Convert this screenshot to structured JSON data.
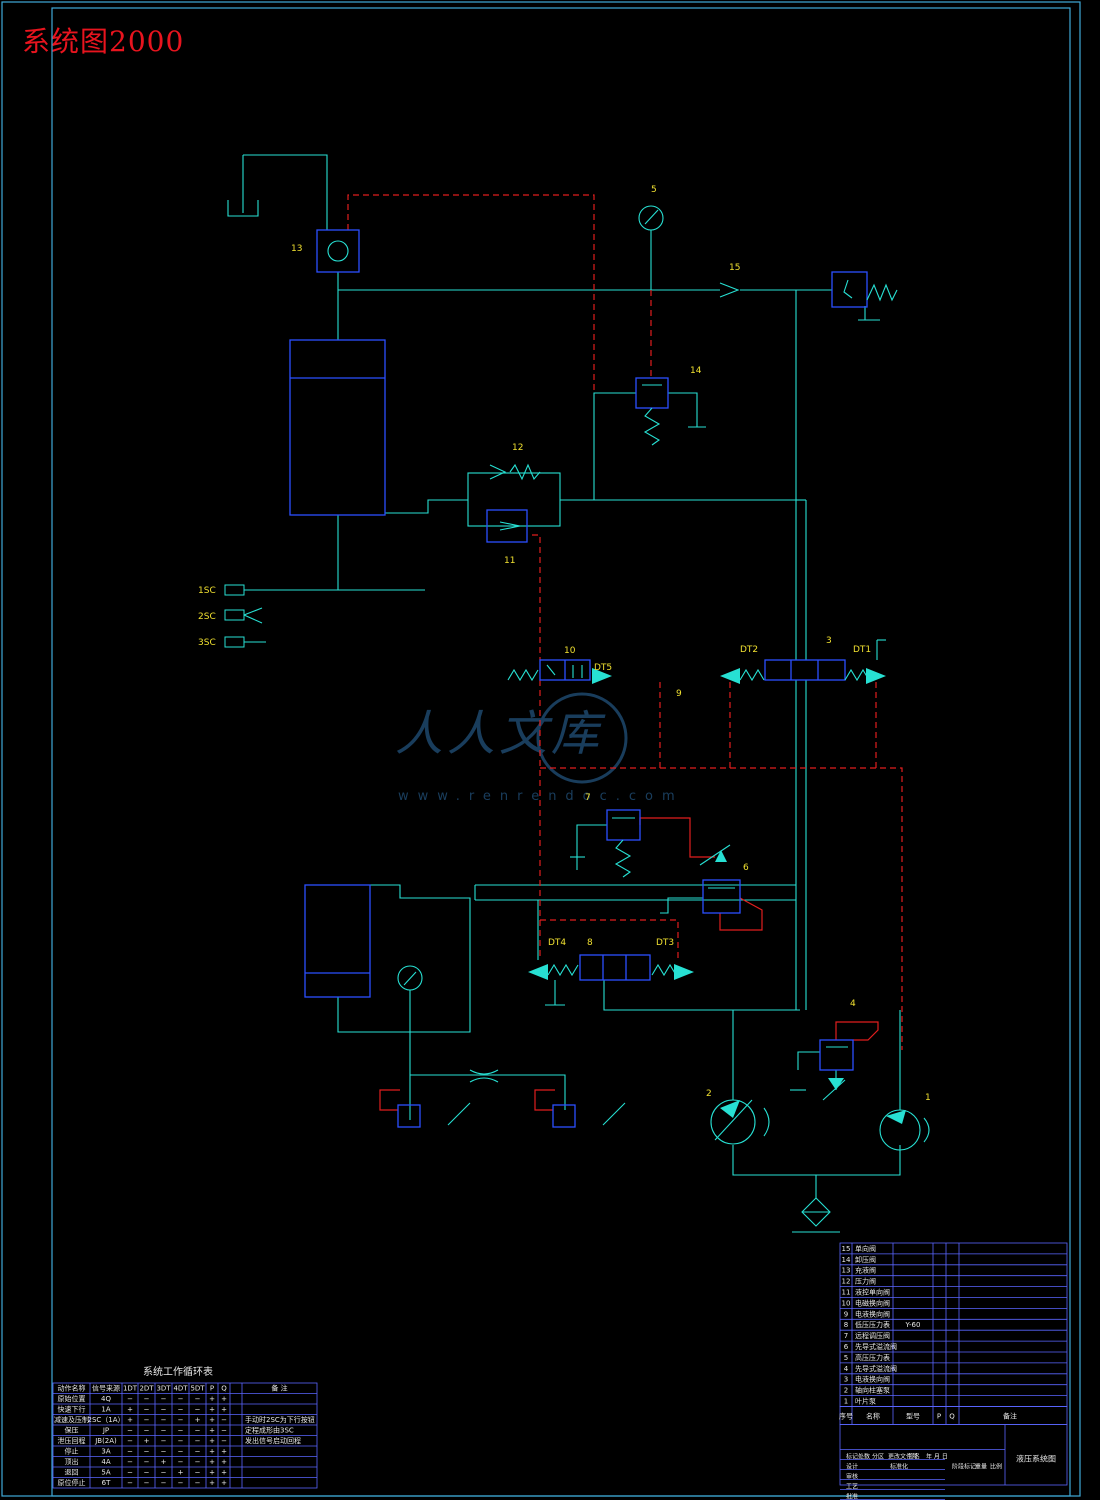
{
  "title": "系统图2000",
  "colors": {
    "frame": "#3fa9d8",
    "line": "#27e0d3",
    "device": "#2b4fff",
    "pilot": "#e01e1e",
    "tag": "#f0e030",
    "table": "#5a66ff",
    "text": "#e8e8e8"
  },
  "labels": {
    "n1": "1",
    "n2": "2",
    "n3": "3",
    "n4": "4",
    "n5": "5",
    "n6": "6",
    "n7": "7",
    "n8": "8",
    "n9": "9",
    "n10": "10",
    "n11": "11",
    "n12": "12",
    "n13": "13",
    "n14": "14",
    "n15": "15",
    "dt1": "DT1",
    "dt2": "DT2",
    "dt3": "DT3",
    "dt4": "DT4",
    "dt5": "DT5",
    "s1": "1SC",
    "s2": "2SC",
    "s3": "3SC"
  },
  "watermark": {
    "main": "人人文库",
    "url": "www.renrendoc.com"
  },
  "cycle_table": {
    "title": "系统工作循环表",
    "headers": [
      "动作名称",
      "信号来源",
      "1DT",
      "2DT",
      "3DT",
      "4DT",
      "5DT",
      "P",
      "Q",
      "备 注"
    ],
    "rows": [
      [
        "原始位置",
        "4Q",
        "−",
        "−",
        "−",
        "−",
        "−",
        "+",
        "+",
        ""
      ],
      [
        "快速下行",
        "1A",
        "+",
        "−",
        "−",
        "−",
        "−",
        "+",
        "+",
        ""
      ],
      [
        "减速及压制",
        "2SC（1A）",
        "+",
        "−",
        "−",
        "−",
        "+",
        "+",
        "−",
        "手动时2SC为下行按钮"
      ],
      [
        "保压",
        "JP",
        "−",
        "−",
        "−",
        "−",
        "−",
        "+",
        "−",
        "定程成形由3SC"
      ],
      [
        "泄压回程",
        "JB(2A)",
        "−",
        "+",
        "−",
        "−",
        "−",
        "+",
        "−",
        "发出信号启动回程"
      ],
      [
        "停止",
        "3A",
        "−",
        "−",
        "−",
        "−",
        "−",
        "+",
        "+",
        ""
      ],
      [
        "顶出",
        "4A",
        "−",
        "−",
        "+",
        "−",
        "−",
        "+",
        "+",
        ""
      ],
      [
        "退回",
        "5A",
        "−",
        "−",
        "−",
        "+",
        "−",
        "+",
        "+",
        ""
      ],
      [
        "原位停止",
        "6T",
        "−",
        "−",
        "−",
        "−",
        "−",
        "+",
        "+",
        ""
      ]
    ]
  },
  "parts_list": {
    "headers": [
      "序号",
      "名称",
      "型号",
      "P",
      "Q",
      "备注"
    ],
    "rows": [
      [
        "15",
        "单向阀",
        ""
      ],
      [
        "14",
        "卸压阀",
        ""
      ],
      [
        "13",
        "充液阀",
        ""
      ],
      [
        "12",
        "压力阀",
        ""
      ],
      [
        "11",
        "液控单向阀",
        ""
      ],
      [
        "10",
        "电磁换向阀",
        ""
      ],
      [
        "9",
        "电液换向阀",
        ""
      ],
      [
        "8",
        "低压压力表",
        "Y-60"
      ],
      [
        "7",
        "远程调压阀",
        ""
      ],
      [
        "6",
        "先导式溢流阀",
        ""
      ],
      [
        "5",
        "高压压力表",
        ""
      ],
      [
        "4",
        "先导式溢流阀",
        ""
      ],
      [
        "3",
        "电液换向阀",
        ""
      ],
      [
        "2",
        "轴向柱塞泵",
        ""
      ],
      [
        "1",
        "叶片泵",
        ""
      ]
    ]
  },
  "title_block": {
    "name": "液压系统图",
    "labels": [
      "标记",
      "处数",
      "分区",
      "更改文件号",
      "签名",
      "年 月 日",
      "设计",
      "审核",
      "工艺",
      "标准化",
      "批准",
      "阶段标记",
      "重量",
      "比例"
    ]
  }
}
